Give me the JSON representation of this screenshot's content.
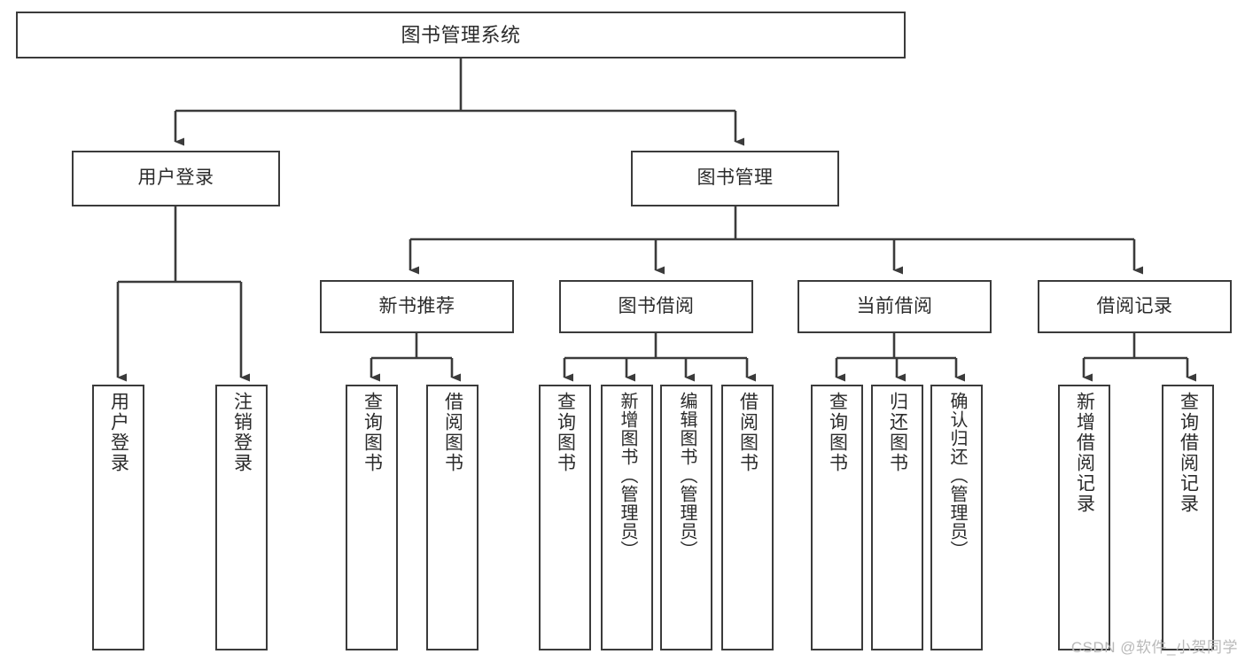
{
  "diagram": {
    "title": "图书管理系统",
    "type": "tree",
    "watermark": "CSDN @软件_小贺同学",
    "stroke_color": "#3b3b3b",
    "text_color": "#2b2b2b",
    "background_color": "#ffffff",
    "nodes": {
      "root": {
        "label": "图书管理系统"
      },
      "level2": [
        {
          "id": "user-login",
          "label": "用户登录"
        },
        {
          "id": "book-management",
          "label": "图书管理"
        }
      ],
      "level3": [
        {
          "id": "new-book-recommend",
          "label": "新书推荐"
        },
        {
          "id": "book-borrow",
          "label": "图书借阅"
        },
        {
          "id": "current-borrow",
          "label": "当前借阅"
        },
        {
          "id": "borrow-record",
          "label": "借阅记录"
        }
      ],
      "leaves": {
        "user_login": [
          {
            "id": "leaf-user-login",
            "label": "用户登录"
          },
          {
            "id": "leaf-logout-login",
            "label": "注销登录"
          }
        ],
        "new_book_recommend": [
          {
            "id": "leaf-query-book-1",
            "label": "查询图书"
          },
          {
            "id": "leaf-borrow-book-1",
            "label": "借阅图书"
          }
        ],
        "book_borrow": [
          {
            "id": "leaf-query-book-2",
            "label": "查询图书"
          },
          {
            "id": "leaf-add-book",
            "label": "新增图书（管理员）"
          },
          {
            "id": "leaf-edit-book",
            "label": "编辑图书（管理员）"
          },
          {
            "id": "leaf-borrow-book-2",
            "label": "借阅图书"
          }
        ],
        "current_borrow": [
          {
            "id": "leaf-query-book-3",
            "label": "查询图书"
          },
          {
            "id": "leaf-return-book",
            "label": "归还图书"
          },
          {
            "id": "leaf-confirm-return",
            "label": "确认归还（管理员）"
          }
        ],
        "borrow_record": [
          {
            "id": "leaf-add-record",
            "label": "新增借阅记录"
          },
          {
            "id": "leaf-query-record",
            "label": "查询借阅记录"
          }
        ]
      }
    }
  }
}
